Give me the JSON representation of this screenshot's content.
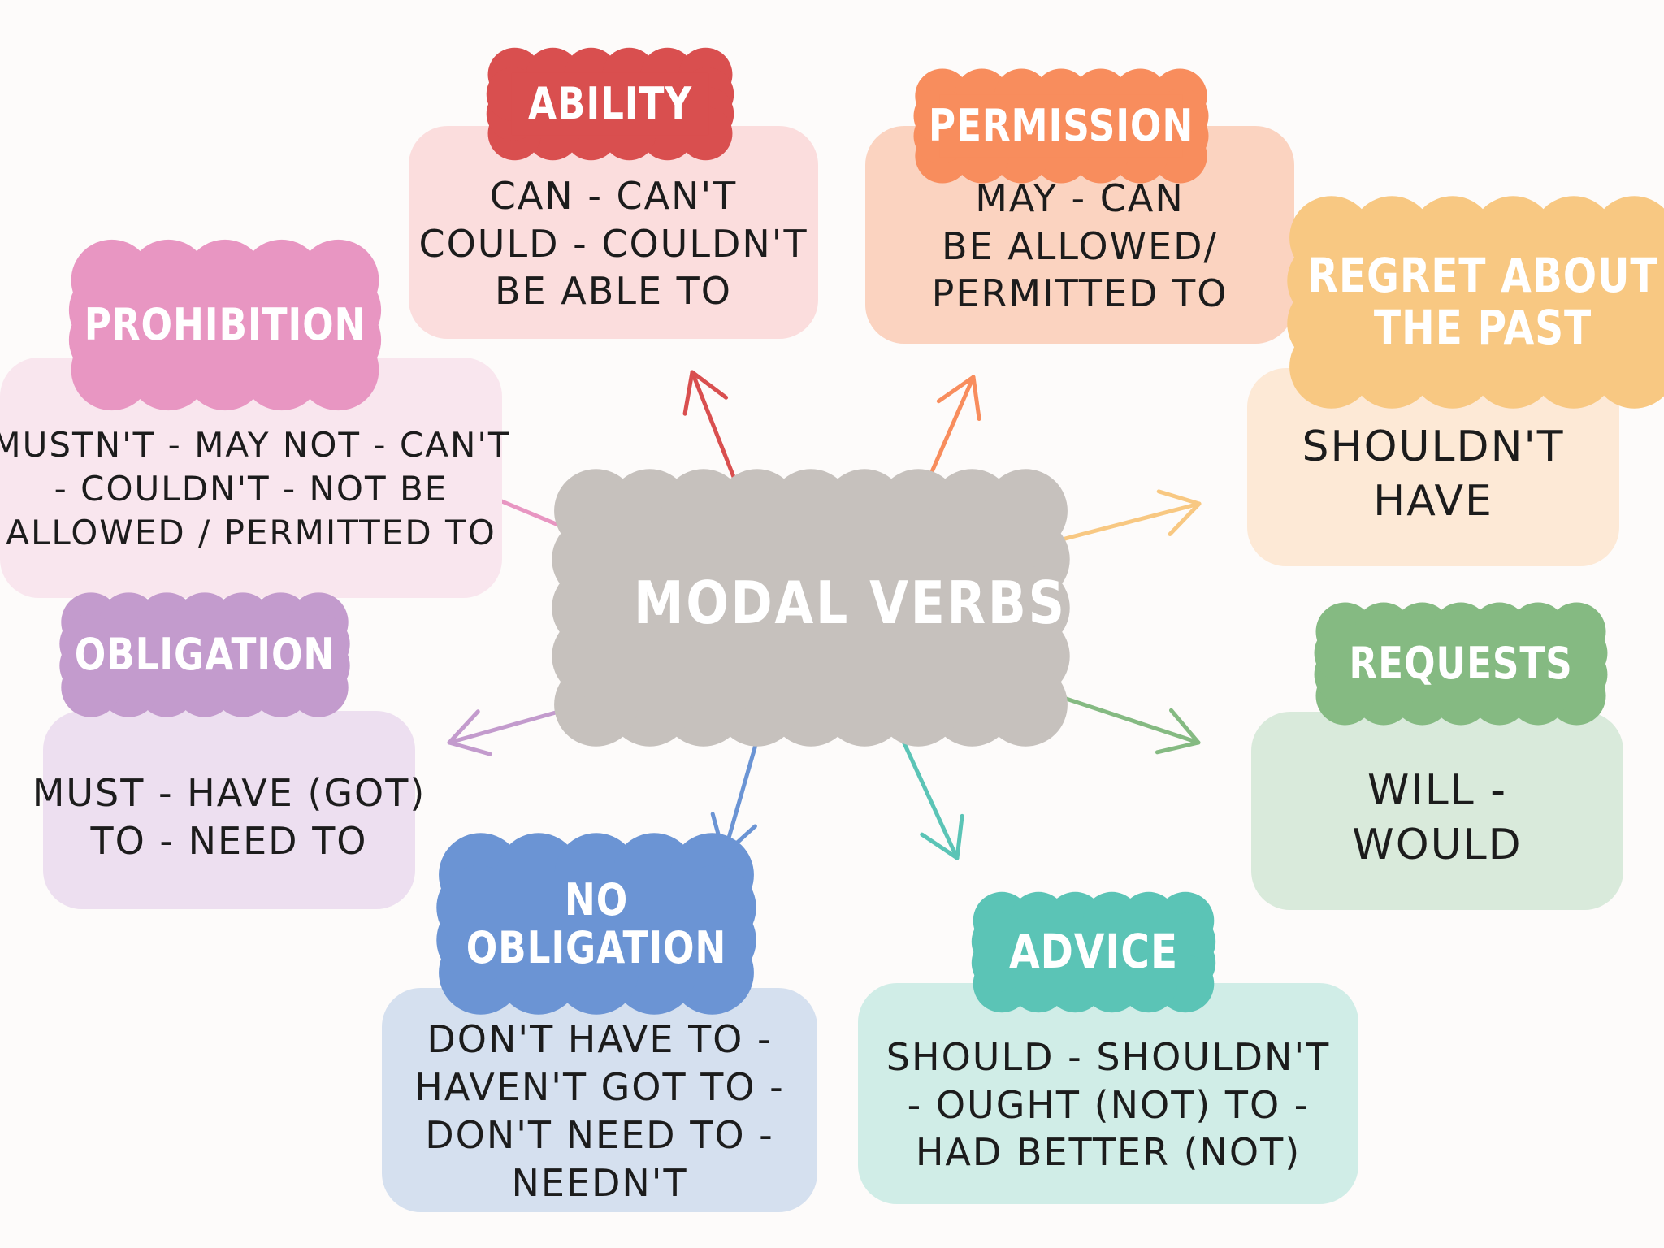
{
  "center": {
    "label": "MODAL VERBS",
    "color": "#c6c1bd"
  },
  "categories": [
    {
      "id": "ability",
      "title": "ABILITY",
      "title_color": "#d94f4f",
      "box_color": "#fbdddd",
      "arrow_color": "#d94f4f",
      "lines": [
        "CAN - CAN'T",
        "COULD - COULDN'T",
        "BE ABLE TO"
      ]
    },
    {
      "id": "permission",
      "title": "PERMISSION",
      "title_color": "#f88d5d",
      "box_color": "#fbd3c0",
      "arrow_color": "#f88d5d",
      "lines": [
        "MAY - CAN",
        "BE ALLOWED/",
        "PERMITTED TO"
      ]
    },
    {
      "id": "regret-about-the-past",
      "title": "REGRET ABOUT THE PAST",
      "title_lines": [
        "REGRET ABOUT",
        "THE PAST"
      ],
      "title_color": "#f8c882",
      "box_color": "#fde9d6",
      "arrow_color": "#f8c882",
      "lines": [
        "SHOULDN'T",
        "HAVE"
      ]
    },
    {
      "id": "requests",
      "title": "REQUESTS",
      "title_color": "#85ba82",
      "box_color": "#d9eadb",
      "arrow_color": "#85ba82",
      "lines": [
        "WILL -",
        "WOULD"
      ]
    },
    {
      "id": "advice",
      "title": "ADVICE",
      "title_color": "#5bc4b6",
      "box_color": "#d0ede7",
      "arrow_color": "#5bc4b6",
      "lines": [
        "SHOULD - SHOULDN'T",
        "- OUGHT (NOT) TO -",
        "HAD BETTER (NOT)"
      ]
    },
    {
      "id": "no-obligation",
      "title": "NO OBLIGATION",
      "title_lines": [
        "NO",
        "OBLIGATION"
      ],
      "title_color": "#6b94d4",
      "box_color": "#d5e0ef",
      "arrow_color": "#6b94d4",
      "lines": [
        "DON'T HAVE TO -",
        "HAVEN'T GOT TO -",
        "DON'T NEED TO -",
        "NEEDN'T"
      ]
    },
    {
      "id": "obligation",
      "title": "OBLIGATION",
      "title_color": "#c39bcd",
      "box_color": "#eddff0",
      "arrow_color": "#c39bcd",
      "lines": [
        "MUST - HAVE (GOT)",
        "TO - NEED TO"
      ]
    },
    {
      "id": "prohibition",
      "title": "PROHIBITION",
      "title_color": "#e896c2",
      "box_color": "#f9e6ee",
      "arrow_color": "#e896c2",
      "lines": [
        "MUSTN'T - MAY NOT - CAN'T",
        "- COULDN'T - NOT BE",
        "ALLOWED / PERMITTED TO"
      ]
    }
  ]
}
